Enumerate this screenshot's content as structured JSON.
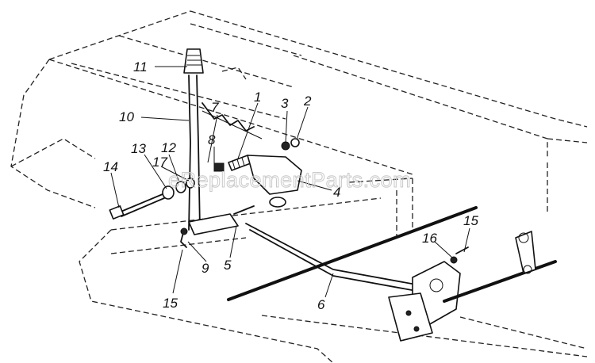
{
  "watermark": "eReplacementParts.com",
  "callouts": [
    "11",
    "10",
    "7",
    "1",
    "3",
    "2",
    "8",
    "13",
    "12",
    "17",
    "14",
    "4",
    "9",
    "5",
    "15",
    "6",
    "16",
    "15"
  ]
}
